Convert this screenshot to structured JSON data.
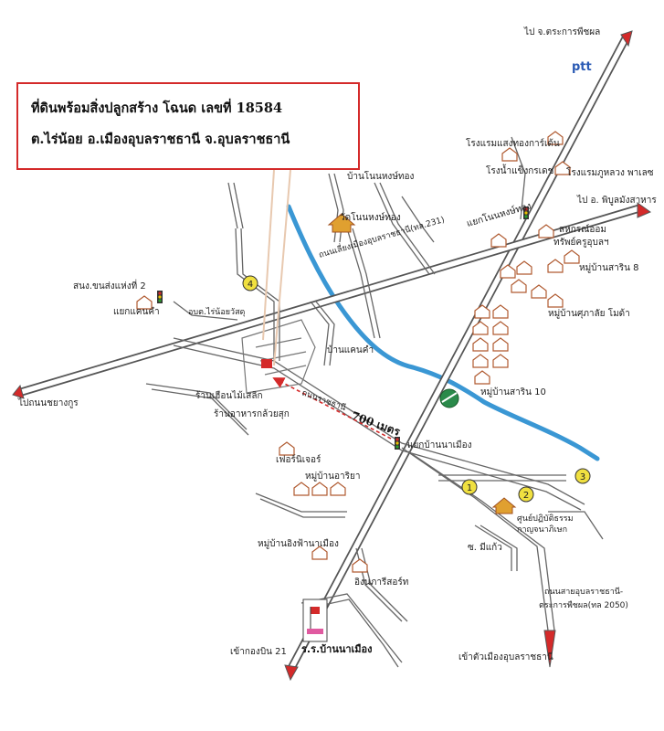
{
  "title": {
    "line1": "ที่ดินพร้อมสิ่งปลูกสร้าง โฉนด เลขที่ 18584",
    "line2": "ต.ไร่น้อย  อ.เมืองอุบลราชธานี จ.อุบลราชธานี"
  },
  "logo": "ptt",
  "distance_label": "700 เมตร",
  "colors": {
    "road": "#555555",
    "river": "#3a97d4",
    "arrow": "#d42a2a",
    "border": "#d42a2a"
  },
  "markers": [
    "1",
    "2",
    "3",
    "4"
  ],
  "labels": {
    "to_trakan": "ไป จ.ตระการพืชผล",
    "to_phibun": "ไป อ. พิบูลมังสาหาร",
    "to_khueang": "ไปถนนชยางกูร",
    "ban_non_hong_thong": "บ้านโนนหงษ์ทอง",
    "rongraem_saengthong": "โรงแรมแสงทองการ์เด้น",
    "rongnam_khaeng": "โรงน้ำแข็งกรเดช",
    "rongraem_phunuang": "โรงแรมภูหลวง พาเลซ",
    "wat_non_hong_thong": "วัดโนนหงษ์ทอง",
    "yaek_non_hong_thong": "แยกโนนหงษ์ทอง",
    "thanon_liang_mueang": "ถนนเลี่ยงเมืองอุบลราชธานี(ทล.231)",
    "sahakorn": "สหกรณ์ออม",
    "sahakorn2": "ทรัพย์ครูอุบลฯ",
    "ban_sarin_8": "หมู่บ้านสาริน 8",
    "ban_saksith": "หมู่บ้านศุภาลัย โมด้า",
    "police_2": "สนง.ขนส่งแห่งที่ 2",
    "yaek_khaen_kham": "แยกแคนคำ",
    "local_office": "อบต.ไร่น้อยวัสดุ",
    "ban_khaen_kham": "บ้านแคนคำ",
    "ban_sarin_10": "หมู่บ้านสาริน 10",
    "shop_wood": "ร้านเฮือนไม้เสลิก",
    "shop_food": "ร้านอาหารกล้วยสุก",
    "road_name": "ถนนราชธานี",
    "yaek_ban_na_mueang": "แยกบ้านนาเมือง",
    "furniture": "เฟอร์นิเจอร์",
    "ban_kariya": "หมู่บ้านอาริยา",
    "training_center": "ศูนย์ปฏิบัติธรรม",
    "training_center2": "กาญจนาภิเษก",
    "ban_ing_fa": "หมู่บ้านอิงฟ้านาเมือง",
    "soi_mi_kaeo": "ซ. มีแก้ว",
    "ing_nari": "อิงนภารีสอร์ท",
    "hw_2050": "ถนนสายอุบลราชธานี-",
    "hw_2050b": "ตระการพืชผล(ทล 2050)",
    "school": "ร.ร.บ้านนาเมือง",
    "to_kong_bin": "เข้ากองบิน 21",
    "to_city": "เข้าตัวเมืองอุบลราชธานี"
  }
}
